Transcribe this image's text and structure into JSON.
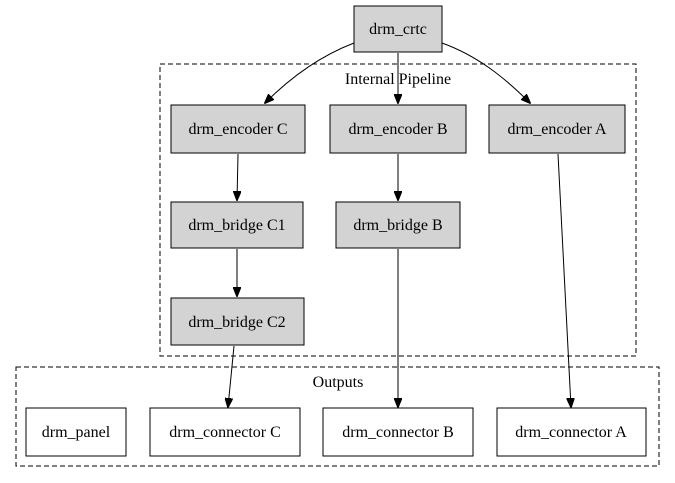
{
  "colors": {
    "filled_node": "#d3d3d3",
    "plain_node": "#ffffff",
    "stroke": "#000000"
  },
  "clusters": {
    "internal": {
      "label": "Internal Pipeline"
    },
    "outputs": {
      "label": "Outputs"
    }
  },
  "nodes": {
    "crtc": {
      "label": "drm_crtc"
    },
    "encoder_c": {
      "label": "drm_encoder C"
    },
    "encoder_b": {
      "label": "drm_encoder B"
    },
    "encoder_a": {
      "label": "drm_encoder A"
    },
    "bridge_c1": {
      "label": "drm_bridge C1"
    },
    "bridge_b": {
      "label": "drm_bridge B"
    },
    "bridge_c2": {
      "label": "drm_bridge C2"
    },
    "panel": {
      "label": "drm_panel"
    },
    "connector_c": {
      "label": "drm_connector C"
    },
    "connector_b": {
      "label": "drm_connector B"
    },
    "connector_a": {
      "label": "drm_connector A"
    }
  },
  "edges": [
    {
      "from": "crtc",
      "to": "encoder_c"
    },
    {
      "from": "crtc",
      "to": "encoder_b"
    },
    {
      "from": "crtc",
      "to": "encoder_a"
    },
    {
      "from": "encoder_c",
      "to": "bridge_c1"
    },
    {
      "from": "bridge_c1",
      "to": "bridge_c2"
    },
    {
      "from": "bridge_c2",
      "to": "connector_c"
    },
    {
      "from": "encoder_b",
      "to": "bridge_b"
    },
    {
      "from": "bridge_b",
      "to": "connector_b"
    },
    {
      "from": "encoder_a",
      "to": "connector_a"
    }
  ]
}
